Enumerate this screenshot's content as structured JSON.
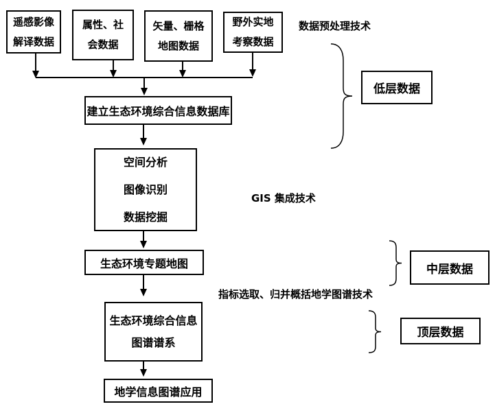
{
  "diagram": {
    "title_implicit": "生态环境信息图谱流程图",
    "labels": {
      "preprocess": "数据预处理技术",
      "gis": "GIS 集成技术",
      "index_select": "指标选取、归并概括地学图谱技术"
    },
    "sources": [
      {
        "lines": [
          "遥感影像",
          "解译数据"
        ]
      },
      {
        "lines": [
          "属性、社",
          "会数据"
        ]
      },
      {
        "lines": [
          "矢量、栅格",
          "地图数据"
        ]
      },
      {
        "lines": [
          "野外实地",
          "考察数据"
        ]
      }
    ],
    "flow": {
      "database": "建立生态环境综合信息数据库",
      "analysis_lines": [
        "空间分析",
        "图像识别",
        "数据挖掘"
      ],
      "thematic_map": "生态环境专题地图",
      "pedigree_lines": [
        "生态环境综合信息",
        "图谱谱系"
      ],
      "application": "地学信息图谱应用"
    },
    "levels": [
      {
        "label": "低层数据"
      },
      {
        "label": "中层数据"
      },
      {
        "label": "顶层数据"
      }
    ],
    "colors": {
      "line": "#000000",
      "background": "#ffffff",
      "text": "#000000"
    }
  }
}
